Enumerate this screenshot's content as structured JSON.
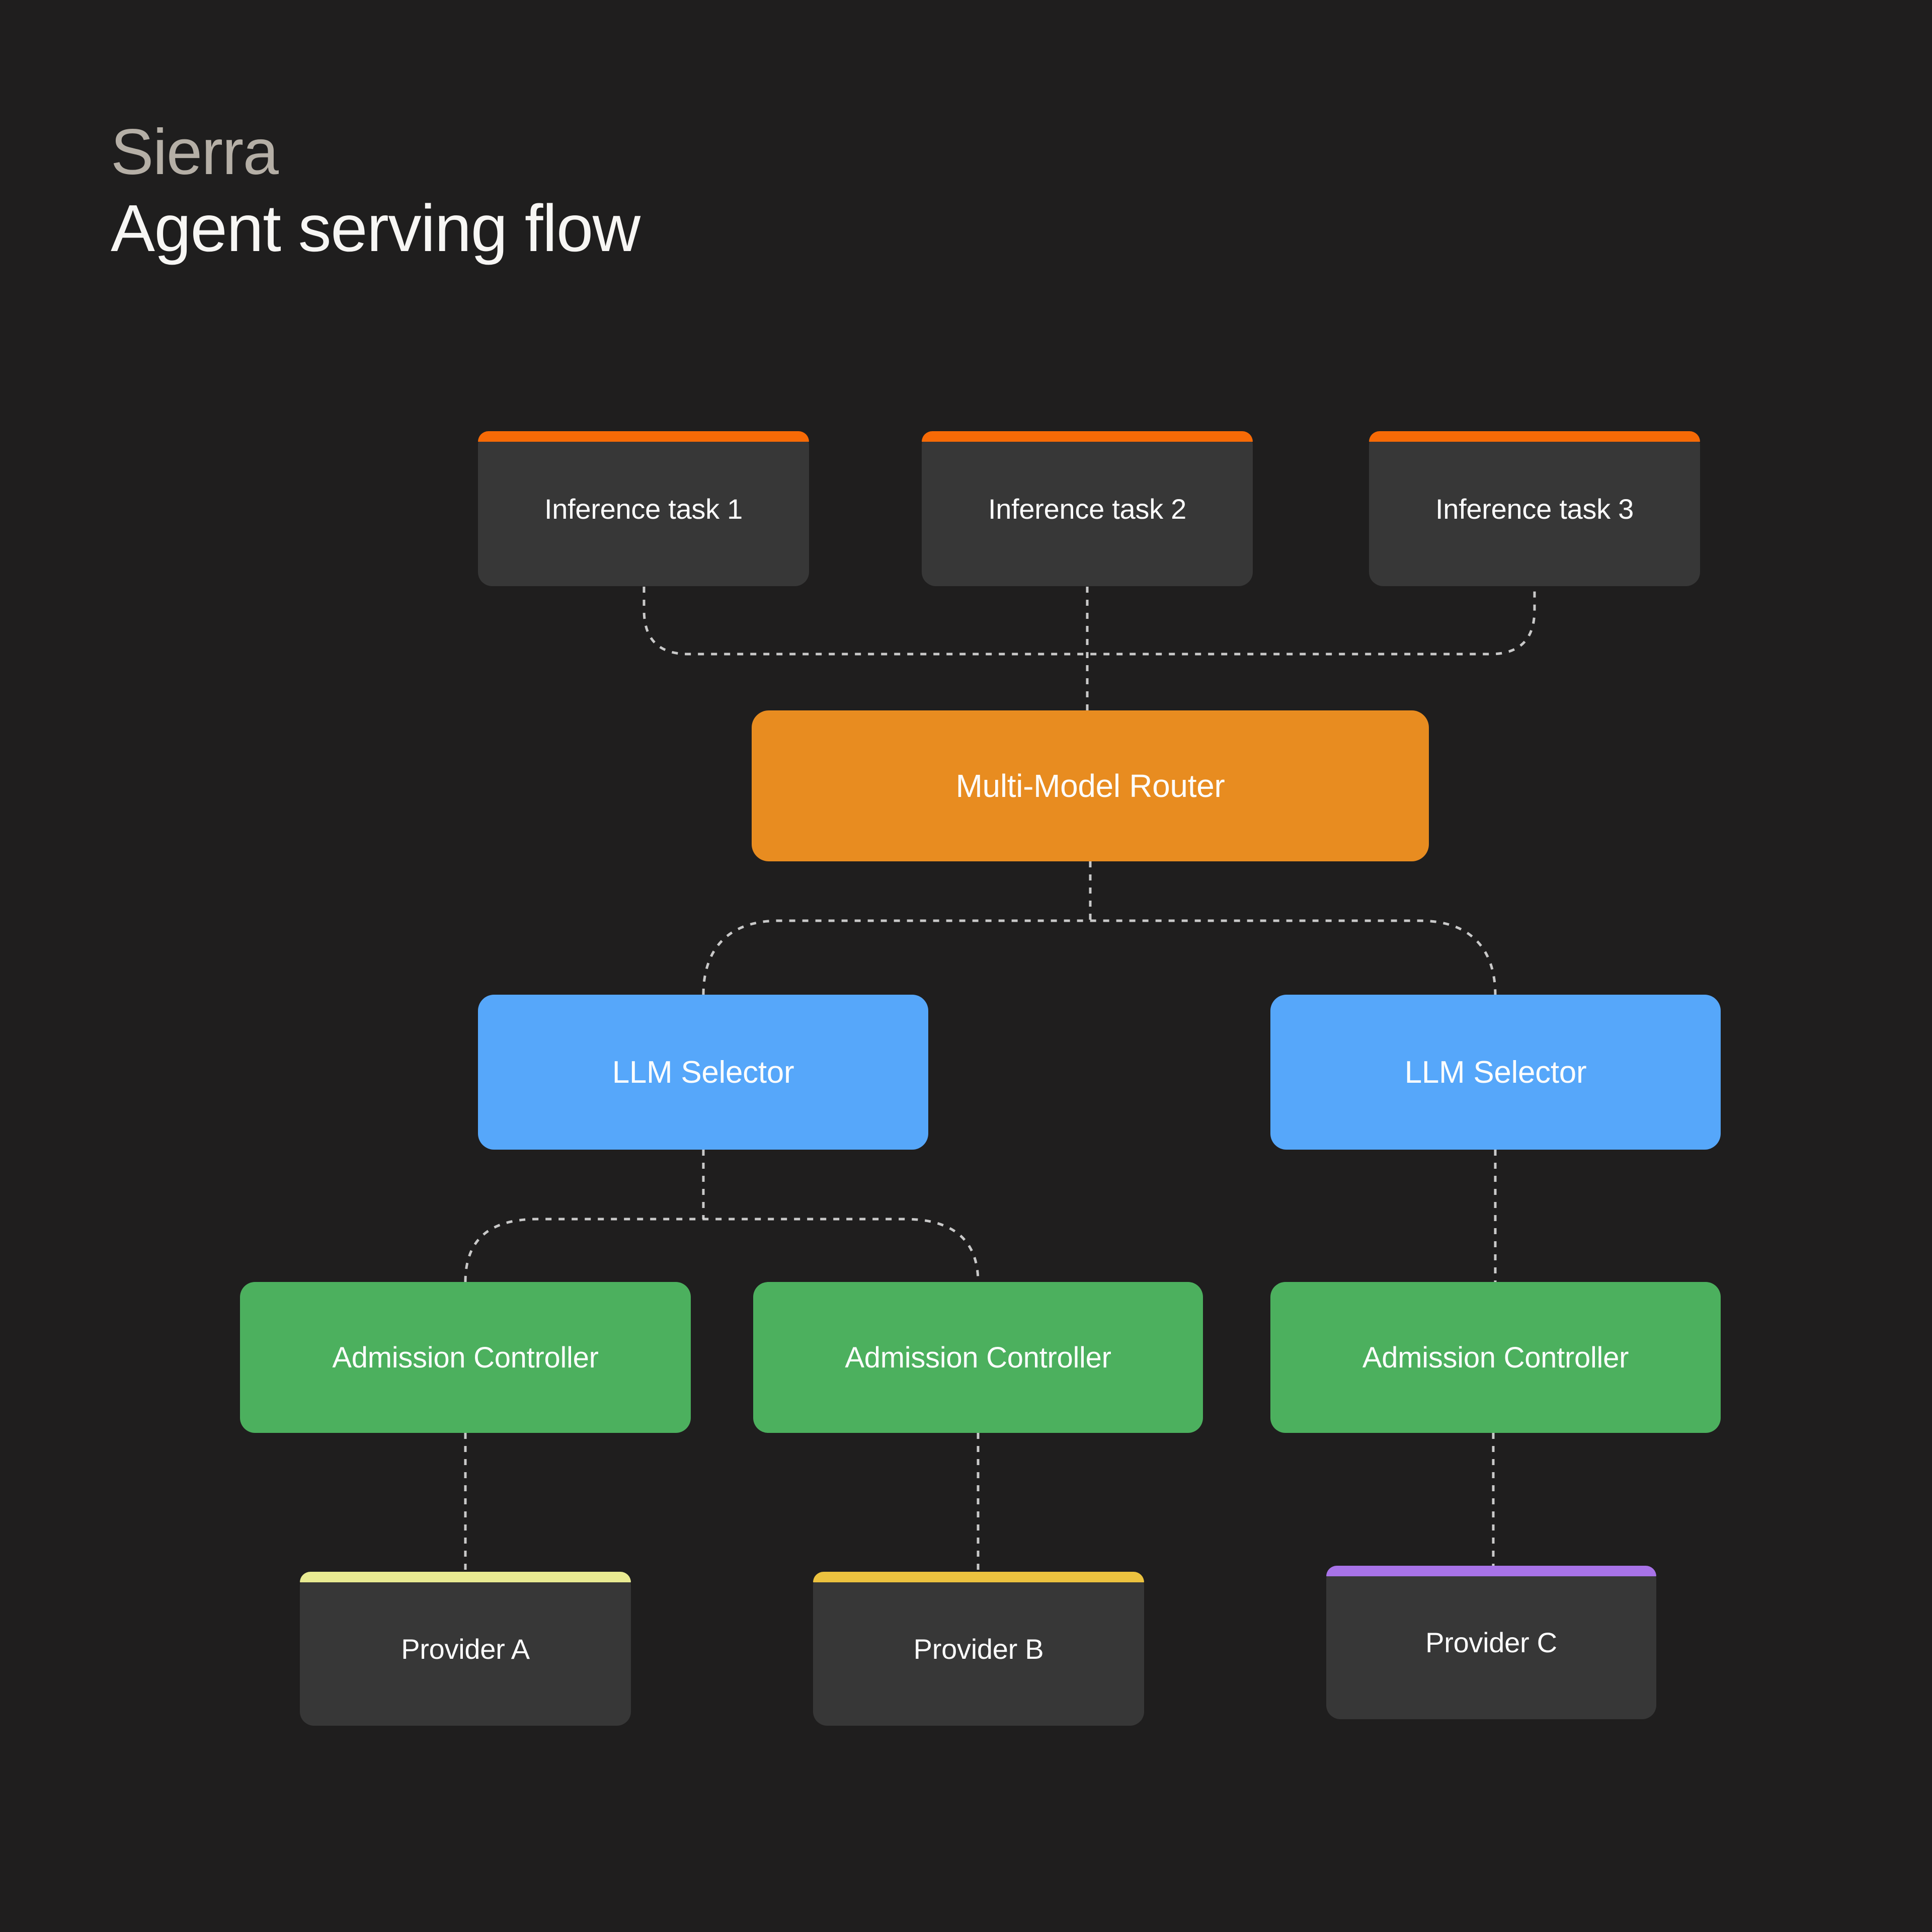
{
  "title": {
    "brand": "Sierra",
    "heading": "Agent serving flow"
  },
  "nodes": {
    "task1": {
      "label": "Inference task 1"
    },
    "task2": {
      "label": "Inference task 2"
    },
    "task3": {
      "label": "Inference task 3"
    },
    "router": {
      "label": "Multi-Model Router"
    },
    "selector_left": {
      "label": "LLM Selector"
    },
    "selector_right": {
      "label": "LLM Selector"
    },
    "admission_left": {
      "label": "Admission Controller"
    },
    "admission_middle": {
      "label": "Admission Controller"
    },
    "admission_right": {
      "label": "Admission Controller"
    },
    "provider_a": {
      "label": "Provider A"
    },
    "provider_b": {
      "label": "Provider B"
    },
    "provider_c": {
      "label": "Provider C"
    }
  },
  "colors": {
    "background": "#1f1e1e",
    "panel": "#373737",
    "task_accent": "#f76a06",
    "router": "#e88c20",
    "selector": "#56a7fa",
    "admission": "#4cb05e",
    "provider_a_accent": "#e9eb92",
    "provider_b_accent": "#ecc23f",
    "provider_c_accent": "#a873e8",
    "connector": "#d8d8d8",
    "label_text": "#fdfdfd",
    "brand_text": "#b5afa6",
    "heading_text": "#f7f6f4"
  }
}
